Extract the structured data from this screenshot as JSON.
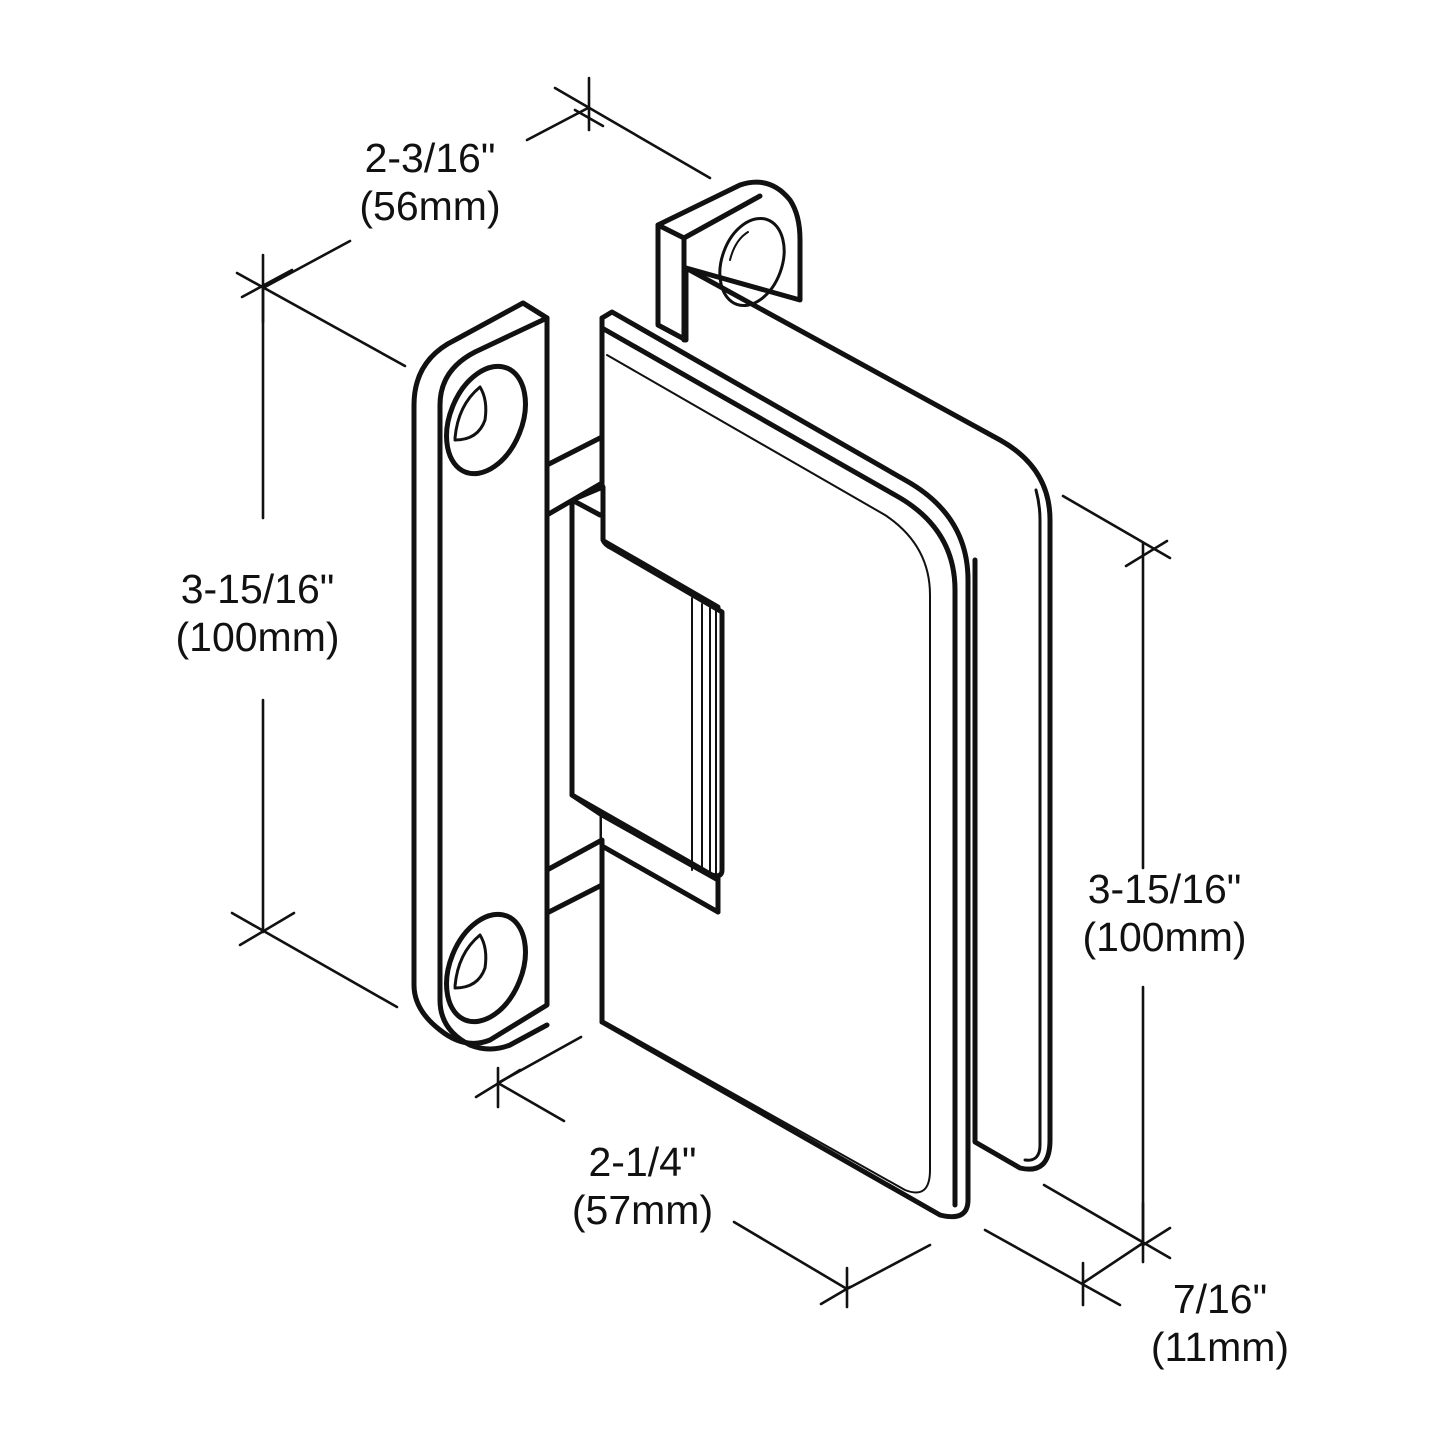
{
  "figure": {
    "subject": "Wall-mount glass shower door hinge",
    "line_color": "#111111",
    "background_color": "#ffffff"
  },
  "dimensions": {
    "top_width": {
      "imperial": "2-3/16\"",
      "metric": "(56mm)"
    },
    "left_height": {
      "imperial": "3-15/16\"",
      "metric": "(100mm)"
    },
    "right_height": {
      "imperial": "3-15/16\"",
      "metric": "(100mm)"
    },
    "bottom_width": {
      "imperial": "2-1/4\"",
      "metric": "(57mm)"
    },
    "glass_thickness": {
      "imperial": "7/16\"",
      "metric": "(11mm)"
    }
  }
}
